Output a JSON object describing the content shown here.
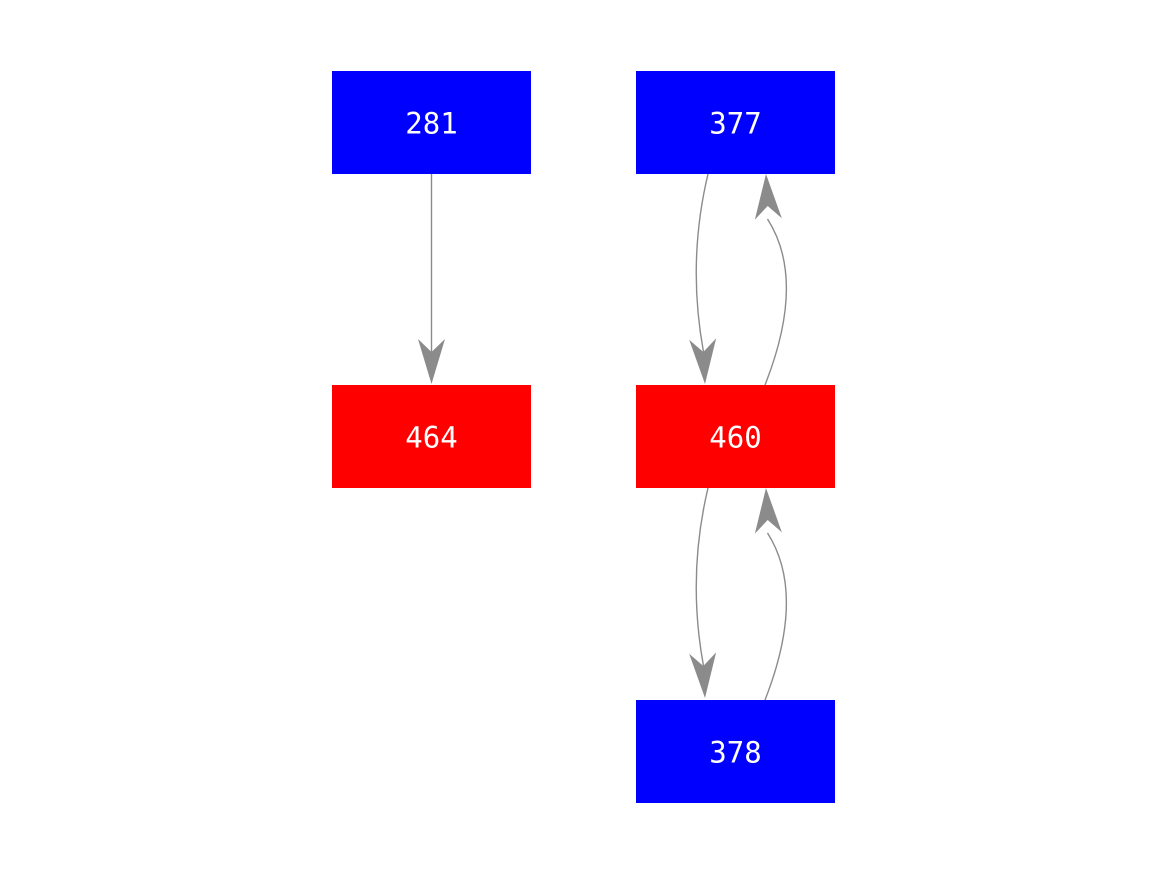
{
  "diagram": {
    "type": "node-link tree diagram",
    "background": "#ffffff",
    "colors": {
      "blue_node": "#0000ff",
      "red_node": "#ff0000",
      "edge": "#8b8b8b",
      "label": "#ffffff"
    },
    "nodes": [
      {
        "id": "281",
        "label": "281",
        "color": "#0000ff",
        "row": 1,
        "column": "left"
      },
      {
        "id": "377",
        "label": "377",
        "color": "#0000ff",
        "row": 1,
        "column": "right"
      },
      {
        "id": "464",
        "label": "464",
        "color": "#ff0000",
        "row": 2,
        "column": "left"
      },
      {
        "id": "460",
        "label": "460",
        "color": "#ff0000",
        "row": 2,
        "column": "right"
      },
      {
        "id": "378",
        "label": "378",
        "color": "#0000ff",
        "row": 3,
        "column": "right"
      }
    ],
    "edges": [
      {
        "from": "281",
        "to": "464",
        "style": "straight",
        "direction": "down"
      },
      {
        "from": "377",
        "to": "460",
        "style": "curved-left",
        "direction": "down"
      },
      {
        "from": "460",
        "to": "377",
        "style": "curved-right",
        "direction": "up"
      },
      {
        "from": "460",
        "to": "378",
        "style": "curved-left",
        "direction": "down"
      },
      {
        "from": "378",
        "to": "460",
        "style": "curved-right",
        "direction": "up"
      }
    ]
  }
}
